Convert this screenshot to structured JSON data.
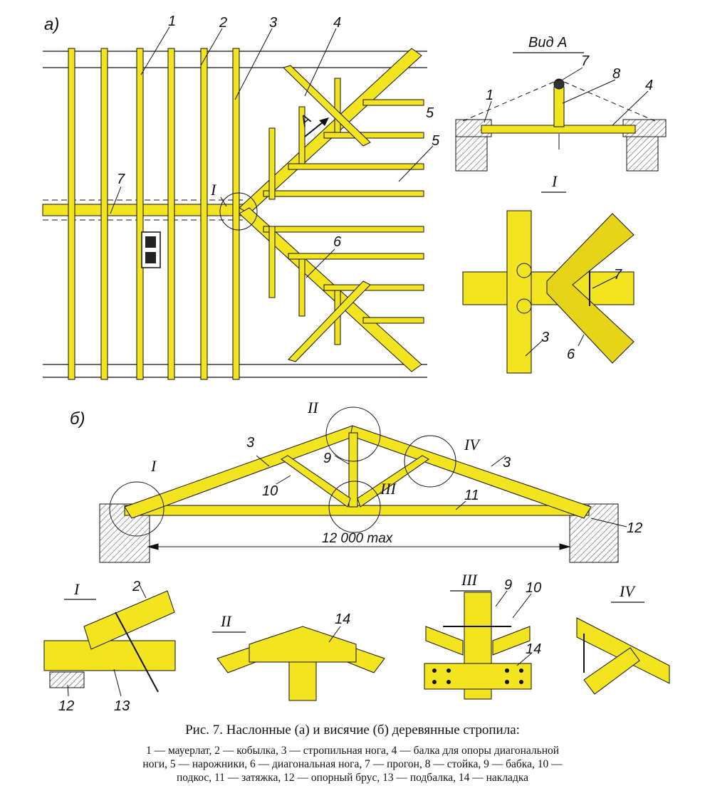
{
  "figure": {
    "panel_a": "а)",
    "panel_b": "б)",
    "view_a_title": "Вид А",
    "arrow_label": "А",
    "roman": [
      "I",
      "II",
      "III",
      "IV"
    ],
    "dimension": "12 000 max",
    "plan_labels": [
      "1",
      "2",
      "3",
      "4",
      "5",
      "5",
      "6",
      "7"
    ],
    "view_a_labels": [
      "1",
      "7",
      "8",
      "4"
    ],
    "detail_i_labels": [
      "7",
      "3",
      "6"
    ],
    "truss_labels": [
      "3",
      "3",
      "9",
      "10",
      "11",
      "12"
    ],
    "detail_bottom_labels": [
      "2",
      "12",
      "13",
      "14",
      "9",
      "10",
      "14"
    ]
  },
  "caption": {
    "title": "Рис. 7. Наслонные (а) и висячие (б) деревянные стропила:",
    "legend_line1": "1 — мауерлат, 2 — кобылка, 3 — стропильная нога, 4 — балка для опоры диагональной",
    "legend_line2": "ноги, 5 — нарожники, 6 — диагональная нога, 7 — прогон, 8 — стойка, 9 — бабка, 10 —",
    "legend_line3": "подкос, 11 — затяжка, 12 — опорный брус, 13 — подбалка, 14 — накладка"
  },
  "colors": {
    "wood": "#f2e41f",
    "wood_dark": "#c9b400",
    "line": "#111111"
  }
}
